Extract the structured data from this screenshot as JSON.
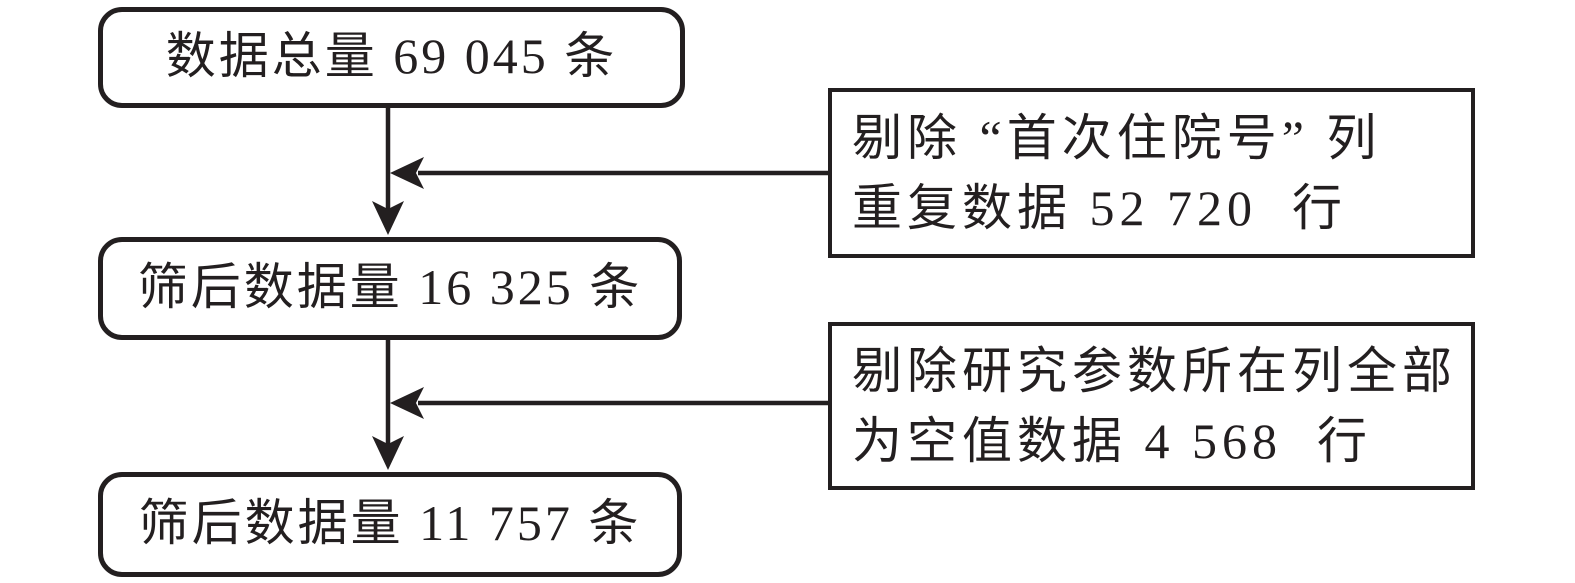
{
  "colors": {
    "ink": "#231f20",
    "background": "#ffffff"
  },
  "flowchart": {
    "nodes": [
      {
        "id": "total",
        "label": "数据总量 69 045 条"
      },
      {
        "id": "after-filter-1",
        "label": "筛后数据量 16 325 条"
      },
      {
        "id": "after-filter-2",
        "label": "筛后数据量 11 757 条"
      }
    ],
    "annotations": [
      {
        "id": "remove-duplicates",
        "lines": [
          "剔除 “首次住院号” 列",
          "重复数据 52 720  行"
        ]
      },
      {
        "id": "remove-nulls",
        "lines": [
          "剔除研究参数所在列全部",
          "为空值数据 4 568  行"
        ]
      }
    ]
  }
}
